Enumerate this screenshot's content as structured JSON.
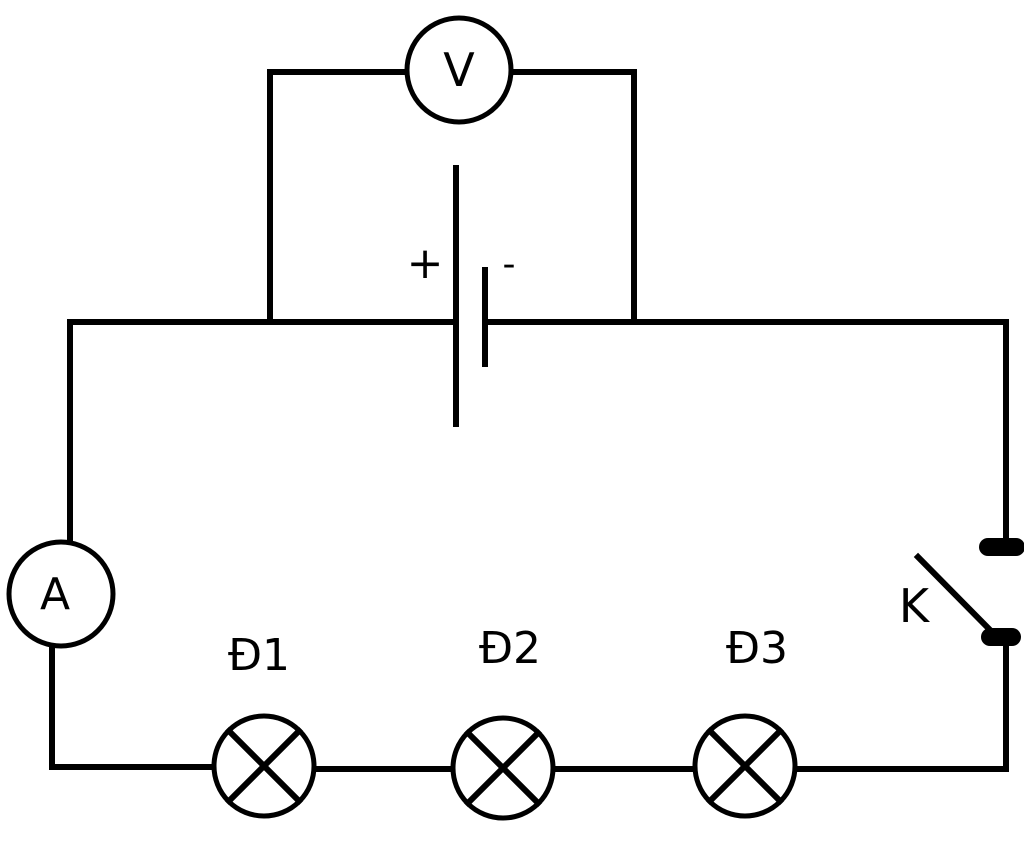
{
  "voltmeter": {
    "symbol": "V"
  },
  "ammeter": {
    "symbol": "A"
  },
  "battery": {
    "plus": "+",
    "minus": "-"
  },
  "switch": {
    "label": "K"
  },
  "lamps": [
    {
      "label": "Đ1"
    },
    {
      "label": "Đ2"
    },
    {
      "label": "Đ3"
    }
  ]
}
